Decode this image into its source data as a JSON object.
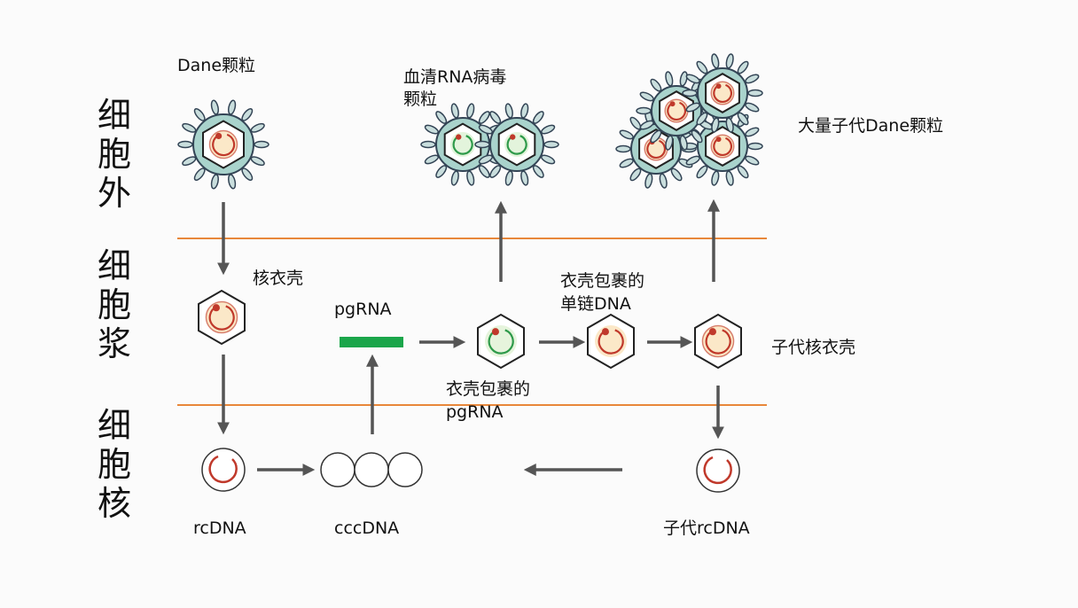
{
  "regions": {
    "extracellular": [
      "细",
      "胞",
      "外"
    ],
    "cytoplasm": [
      "细",
      "胞",
      "浆"
    ],
    "nucleus": [
      "细",
      "胞",
      "核"
    ]
  },
  "labels": {
    "dane": "Dane颗粒",
    "serum_rna_1": "血清RNA病毒",
    "serum_rna_2": "颗粒",
    "progeny_dane": "大量子代Dane颗粒",
    "nucleocapsid": "核衣壳",
    "pgrna": "pgRNA",
    "ss_dna_1": "衣壳包裹的",
    "ss_dna_2": "单链DNA",
    "progeny_nucleocapsid": "子代核衣壳",
    "enc_pgrna_1": "衣壳包裹的",
    "enc_pgrna_2": "pgRNA",
    "rcdna": "rcDNA",
    "cccdna": "cccDNA",
    "progeny_rcdna": "子代rcDNA"
  },
  "colors": {
    "membrane": "#e8873a",
    "arrow": "#555555",
    "pgrna_bar": "#1aa64a",
    "envelope": "#a9d3cc",
    "spike": "#c9dedd",
    "dna": "#c0392b",
    "rna": "#2e9a4a",
    "core_fill": "#fbe8c8"
  }
}
